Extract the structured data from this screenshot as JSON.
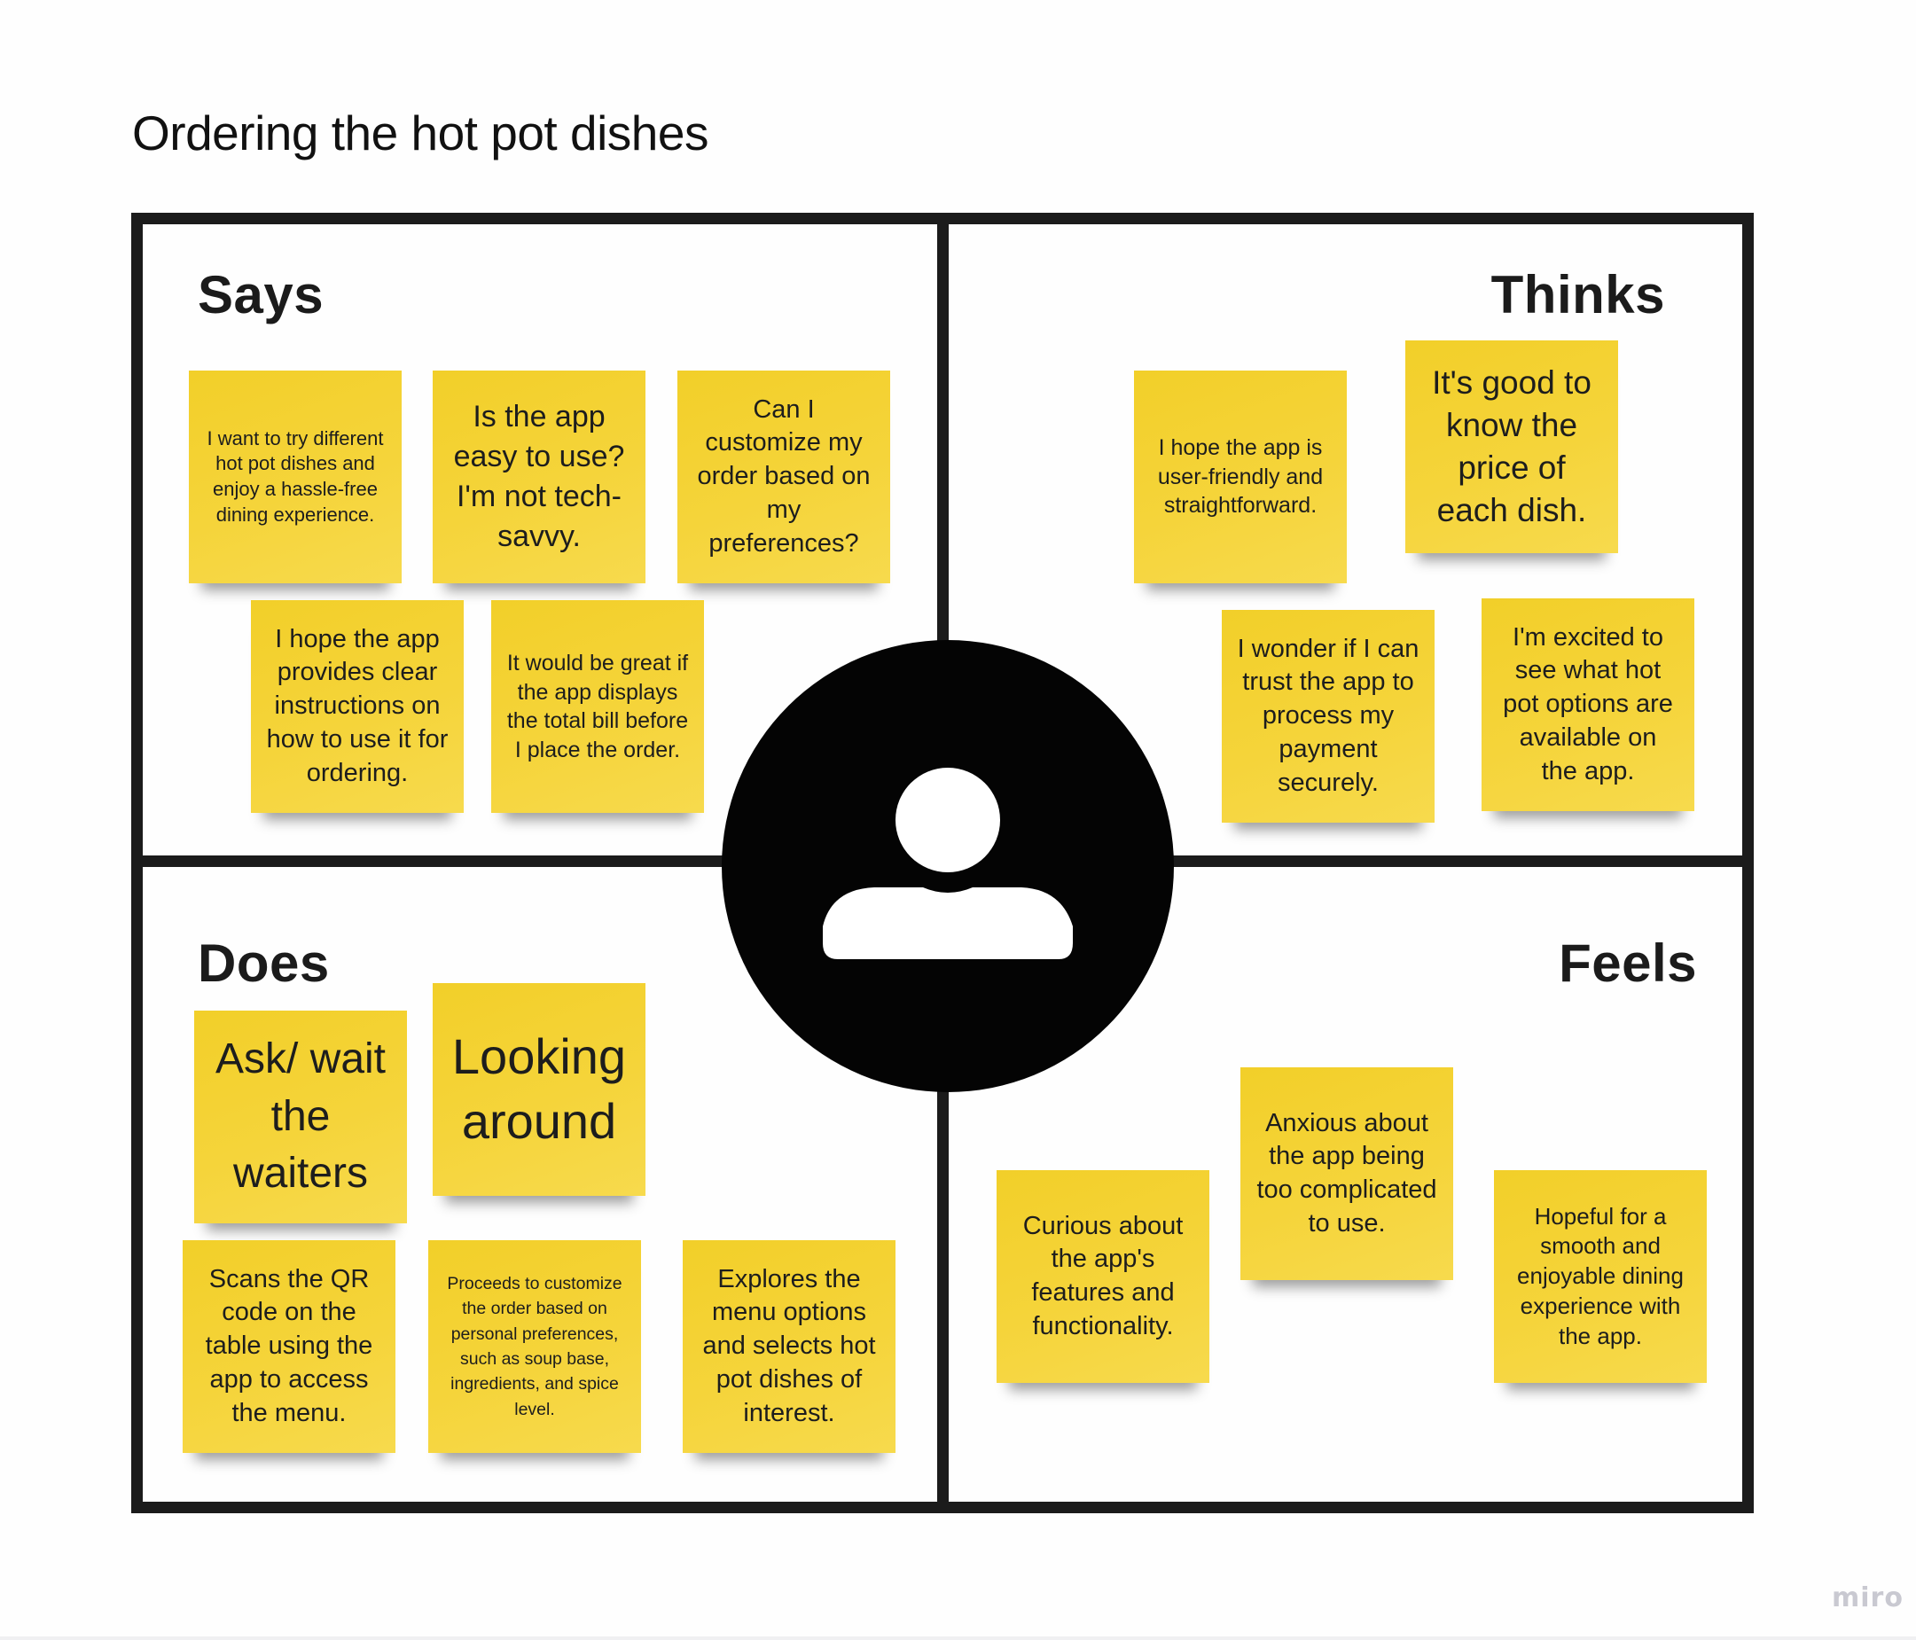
{
  "title": "Ordering the hot pot dishes",
  "quadrants": {
    "says": {
      "heading": "Says",
      "notes": [
        "I want to try different hot pot dishes and enjoy a hassle-free dining experience.",
        "Is the app easy to use? I'm not tech-savvy.",
        "Can I customize my order based on my preferences?",
        "I hope the app provides clear instructions on how to use it for ordering.",
        "It would be great if the app displays the total bill before I place the order."
      ]
    },
    "thinks": {
      "heading": "Thinks",
      "notes": [
        "I hope the app is user-friendly and straightforward.",
        "It's good to know the price of each dish.",
        "I wonder if I can trust the app to process my payment securely.",
        "I'm excited to see what hot pot options are available on the app."
      ]
    },
    "does": {
      "heading": "Does",
      "notes": [
        "Ask/ wait the waiters",
        "Looking around",
        "Scans the QR code on the table using the app to access the menu.",
        "Proceeds to customize the order based on personal preferences, such as soup base, ingredients, and spice level.",
        "Explores the menu options and selects hot pot dishes of interest."
      ]
    },
    "feels": {
      "heading": "Feels",
      "notes": [
        "Curious about the app's features and functionality.",
        "Anxious about the app being too complicated to use.",
        "Hopeful for a smooth and enjoyable dining experience with the app."
      ]
    }
  },
  "persona_icon": "user-icon",
  "watermark": "miro",
  "colors": {
    "sticky_note": "#f4d23a",
    "frame": "#1b1b1b",
    "persona_circle": "#040404",
    "watermark": "#c9c9d1"
  }
}
